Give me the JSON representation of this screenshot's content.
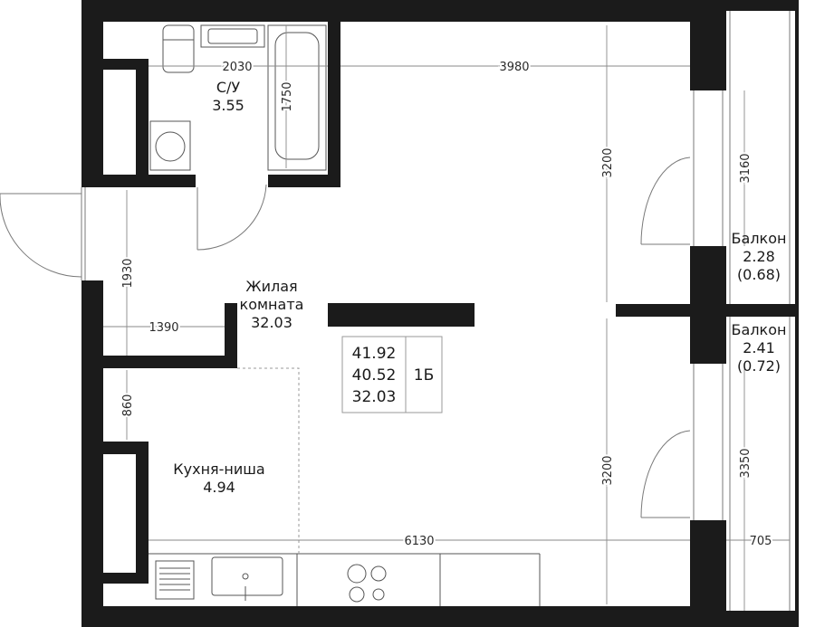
{
  "rooms": {
    "bathroom": {
      "name": "С/У",
      "area": "3.55"
    },
    "living": {
      "name_line1": "Жилая",
      "name_line2": "комната",
      "area": "32.03"
    },
    "kitchen": {
      "name": "Кухня-ниша",
      "area": "4.94"
    },
    "balcony1": {
      "name": "Балкон",
      "area": "2.28",
      "reduced": "(0.68)"
    },
    "balcony2": {
      "name": "Балкон",
      "area": "2.41",
      "reduced": "(0.72)"
    }
  },
  "summary": {
    "total_area": "41.92",
    "area_without_balcony": "40.52",
    "living_area": "32.03",
    "apartment_type": "1Б"
  },
  "dimensions": {
    "bath_width": "2030",
    "room_width": "3980",
    "bath_height": "1750",
    "hall_height": "1930",
    "hall_width": "1390",
    "niche": "860",
    "room_height_top": "3200",
    "room_height_bottom": "3200",
    "total_width": "6130",
    "balcony1_length": "3160",
    "balcony2_length": "3350",
    "balcony_depth": "705"
  },
  "colors": {
    "wall": "#1b1b1b",
    "line": "#8a8a8a",
    "background": "#ffffff"
  }
}
